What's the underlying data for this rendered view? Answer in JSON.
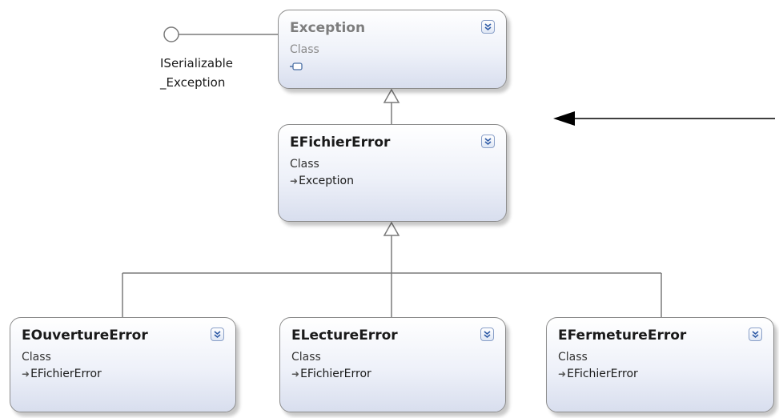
{
  "interface": {
    "name_line1": "ISerializable",
    "name_line2": "_Exception"
  },
  "classes": {
    "exception": {
      "name": "Exception",
      "kind": "Class"
    },
    "efichier": {
      "name": "EFichierError",
      "kind": "Class",
      "base": "Exception"
    },
    "eouverture": {
      "name": "EOuvertureError",
      "kind": "Class",
      "base": "EFichierError"
    },
    "electure": {
      "name": "ELectureError",
      "kind": "Class",
      "base": "EFichierError"
    },
    "efermeture": {
      "name": "EFermetureError",
      "kind": "Class",
      "base": "EFichierError"
    }
  }
}
